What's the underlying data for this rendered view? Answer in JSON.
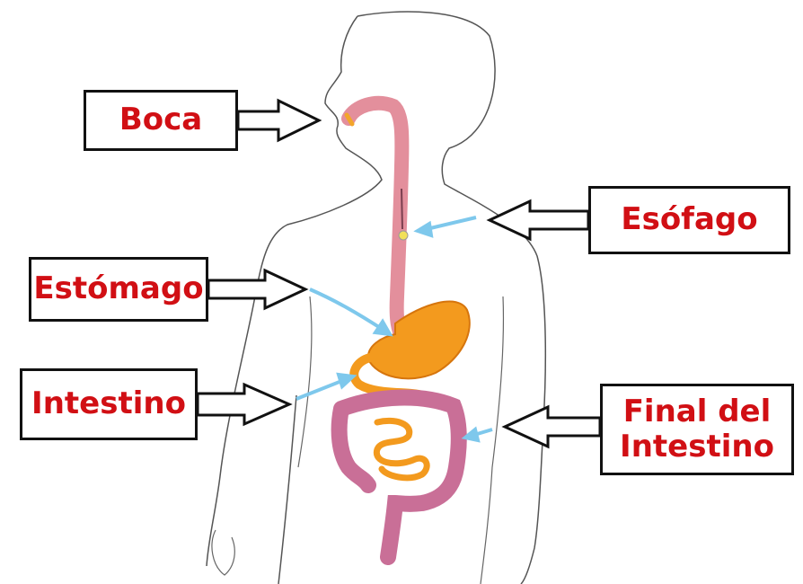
{
  "colors": {
    "label_text": "#d10f14",
    "outline": "#111111",
    "pointer_arrow": "#7ec8ec",
    "esophagus": "#e38f9c",
    "stomach": "#f39a1e",
    "colon": "#c96f97"
  },
  "labels": {
    "boca": "Boca",
    "esofago": "Esófago",
    "estomago": "Estómago",
    "intestino": "Intestino",
    "final_del_intestino": "Final del\nIntestino"
  }
}
